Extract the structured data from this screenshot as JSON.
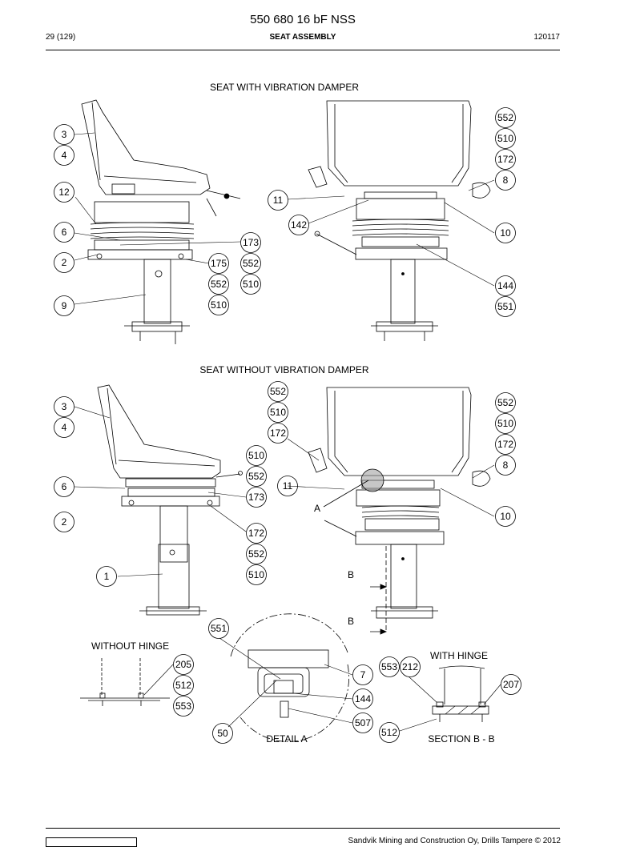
{
  "header": {
    "doc_number": "550 680 16 bF NSS",
    "page": "29 (129)",
    "title": "SEAT ASSEMBLY",
    "date": "120117"
  },
  "sections": {
    "with_damper": "SEAT WITH VIBRATION DAMPER",
    "without_damper": "SEAT WITHOUT VIBRATION DAMPER",
    "without_hinge": "WITHOUT HINGE",
    "with_hinge": "WITH HINGE",
    "detail_a": "DETAIL  A",
    "section_bb": "SECTION  B - B"
  },
  "markers": {
    "a": "A",
    "b1": "B",
    "b2": "B"
  },
  "callouts": {
    "c3a": "3",
    "c4a": "4",
    "c12": "12",
    "c6a": "6",
    "c2a": "2",
    "c9": "9",
    "c173a": "173",
    "c175": "175",
    "c552a": "552",
    "c552b": "552",
    "c510a": "510",
    "c510b": "510",
    "c552c": "552",
    "c510c": "510",
    "c172a": "172",
    "c8a": "8",
    "c11a": "11",
    "c142": "142",
    "c10a": "10",
    "c144a": "144",
    "c551a": "551",
    "c3b": "3",
    "c4b": "4",
    "c6b": "6",
    "c2b": "2",
    "c1": "1",
    "c552d": "552",
    "c510d": "510",
    "c172b": "172",
    "c510e": "510",
    "c552e": "552",
    "c173b": "173",
    "c172c": "172",
    "c552f": "552",
    "c510f": "510",
    "c552g": "552",
    "c510g": "510",
    "c172d": "172",
    "c8b": "8",
    "c11b": "11",
    "c10b": "10",
    "c551b": "551",
    "c205": "205",
    "c512a": "512",
    "c553a": "553",
    "c7": "7",
    "c144b": "144",
    "c507": "507",
    "c50": "50",
    "c553b": "553",
    "c212": "212",
    "c207": "207",
    "c512b": "512"
  },
  "footer": {
    "copyright": "Sandvik Mining and Construction Oy, Drills Tampere © 2012"
  }
}
